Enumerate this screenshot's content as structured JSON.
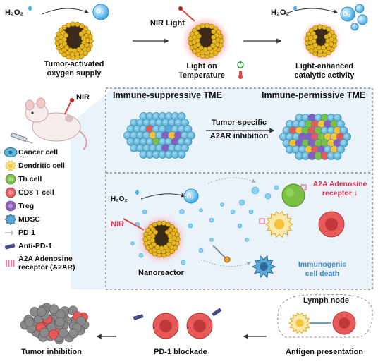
{
  "top": {
    "h2o2_left": "H₂O₂",
    "o2_left": "O₂",
    "caption_left": [
      "Tumor-activated",
      "oxygen supply"
    ],
    "nir_light": "NIR Light",
    "caption_mid": [
      "Light on",
      "Temperature"
    ],
    "h2o2_right": "H₂O₂",
    "o2_right": "O₂",
    "caption_right": [
      "Light-enhanced",
      "catalytic activity"
    ]
  },
  "mouse": {
    "nir": "NIR"
  },
  "legend": [
    {
      "label": "Cancer cell",
      "icon": "cancer-cell-icon",
      "color": "#5bb8dc"
    },
    {
      "label": "Dendritic cell",
      "icon": "dendritic-cell-icon",
      "color": "#f5c23a"
    },
    {
      "label": "Th cell",
      "icon": "th-cell-icon",
      "color": "#7ac143"
    },
    {
      "label": "CD8 T cell",
      "icon": "cd8-t-cell-icon",
      "color": "#e85a5a"
    },
    {
      "label": "Treg",
      "icon": "treg-icon",
      "color": "#8a5cc4"
    },
    {
      "label": "MDSC",
      "icon": "mdsc-icon",
      "color": "#5aa9d6"
    },
    {
      "label": "PD-1",
      "icon": "pd1-icon",
      "color": "#b8b8c8"
    },
    {
      "label": "Anti-PD-1",
      "icon": "anti-pd1-icon",
      "color": "#4a4a8a"
    },
    {
      "label": "A2A Adenosine\nreceptor (A2AR)",
      "icon": "a2ar-icon",
      "color": "#f07aa0"
    }
  ],
  "tme": {
    "left_title": "Immune-suppressive TME",
    "right_title": "Immune-permissive TME",
    "arrow_label": [
      "Tumor-specific",
      "A2AR inhibition"
    ]
  },
  "reactor": {
    "h2o2": "H₂O₂",
    "o2": "O₂",
    "nir": "NIR",
    "label": "Nanoreactor",
    "a2a_label": [
      "A2A Adenosine",
      "receptor ↓"
    ],
    "icd_label": [
      "Immunogenic",
      "cell death"
    ]
  },
  "bottom": {
    "lymph_node": "Lymph node",
    "tumor_inhibition": "Tumor inhibition",
    "pd1_blockade": "PD-1 blockade",
    "antigen_presentation": "Antigen presentation"
  },
  "colors": {
    "panel_blue": "#dbeaf6",
    "gold": "#e8b820",
    "core": "#3a2a1a",
    "heat_red": "#e84040",
    "o2_blue": "#2a9ad8"
  }
}
